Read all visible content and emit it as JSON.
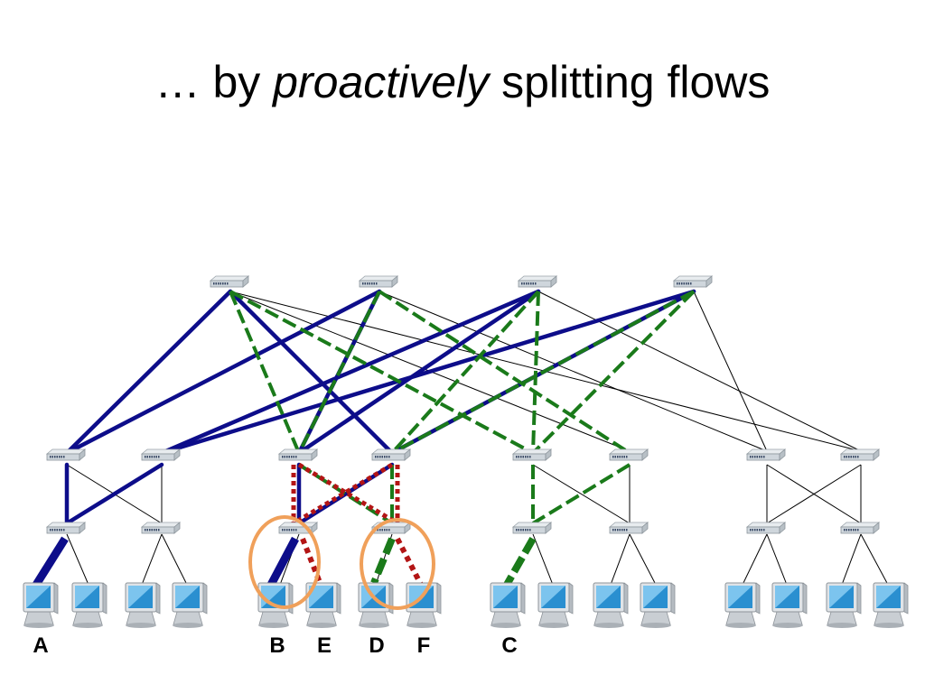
{
  "title": {
    "prefix": "… by ",
    "emphasis": "proactively",
    "suffix": " splitting flows"
  },
  "host_labels": {
    "A": "A",
    "B": "B",
    "E": "E",
    "D": "D",
    "F": "F",
    "C": "C"
  },
  "colors": {
    "flow_blue": "#0d0d8a",
    "flow_green": "#1a7a1a",
    "flow_red": "#b31515",
    "highlight_orange": "#f0a05a",
    "thin_link": "#000000"
  }
}
